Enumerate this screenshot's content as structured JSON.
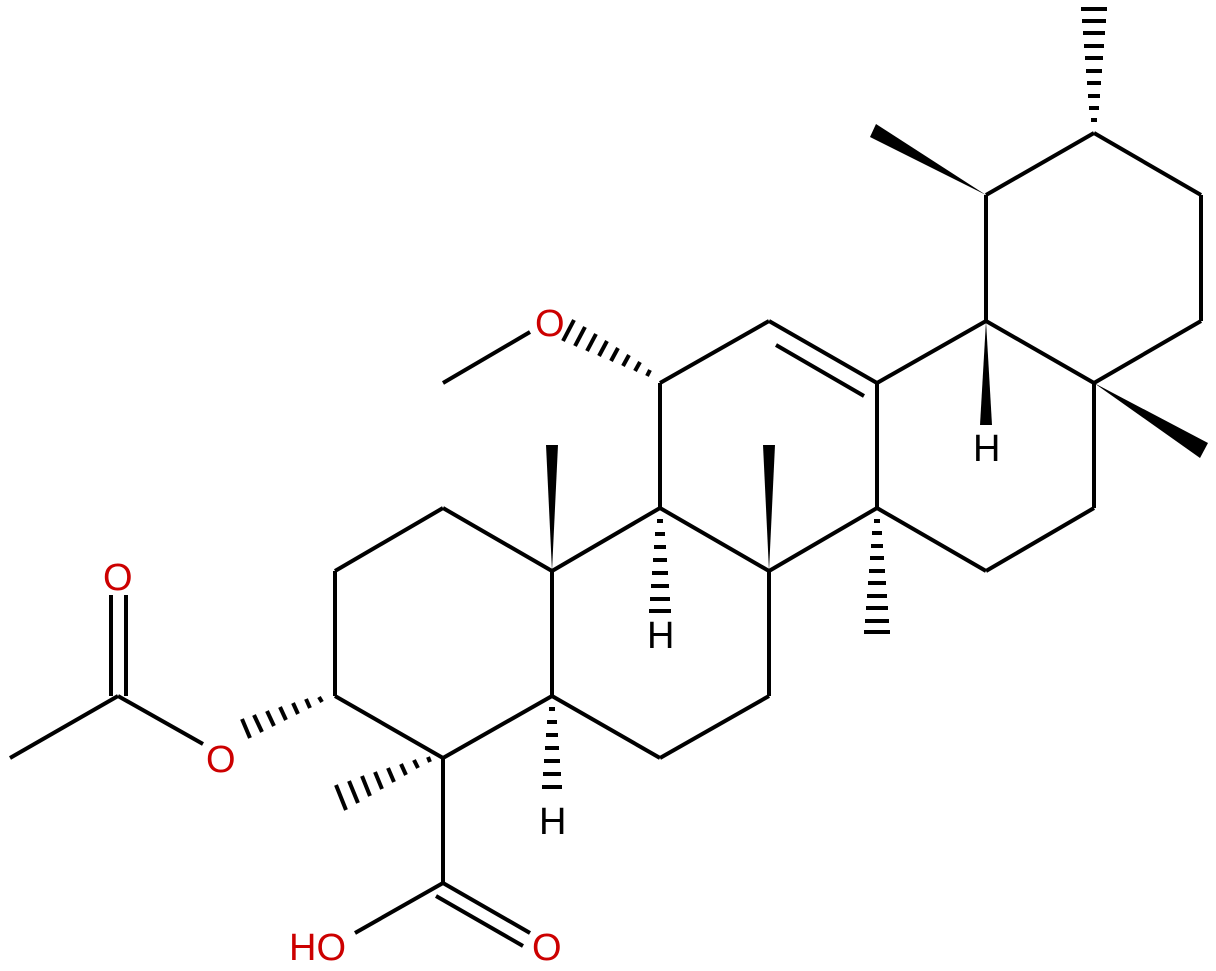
{
  "diagram": {
    "type": "chemical-structure",
    "labels": {
      "o_methoxy": "O",
      "o_ester": "O",
      "o_carbonyl_acetyl": "O",
      "o_carbonyl_acid": "O",
      "hydroxyl": "HO",
      "h_c18": "H",
      "h_c9": "H",
      "h_c5": "H"
    },
    "colors": {
      "bond": "#000000",
      "oxygen": "#cc0000",
      "hydrogen": "#000000"
    }
  }
}
